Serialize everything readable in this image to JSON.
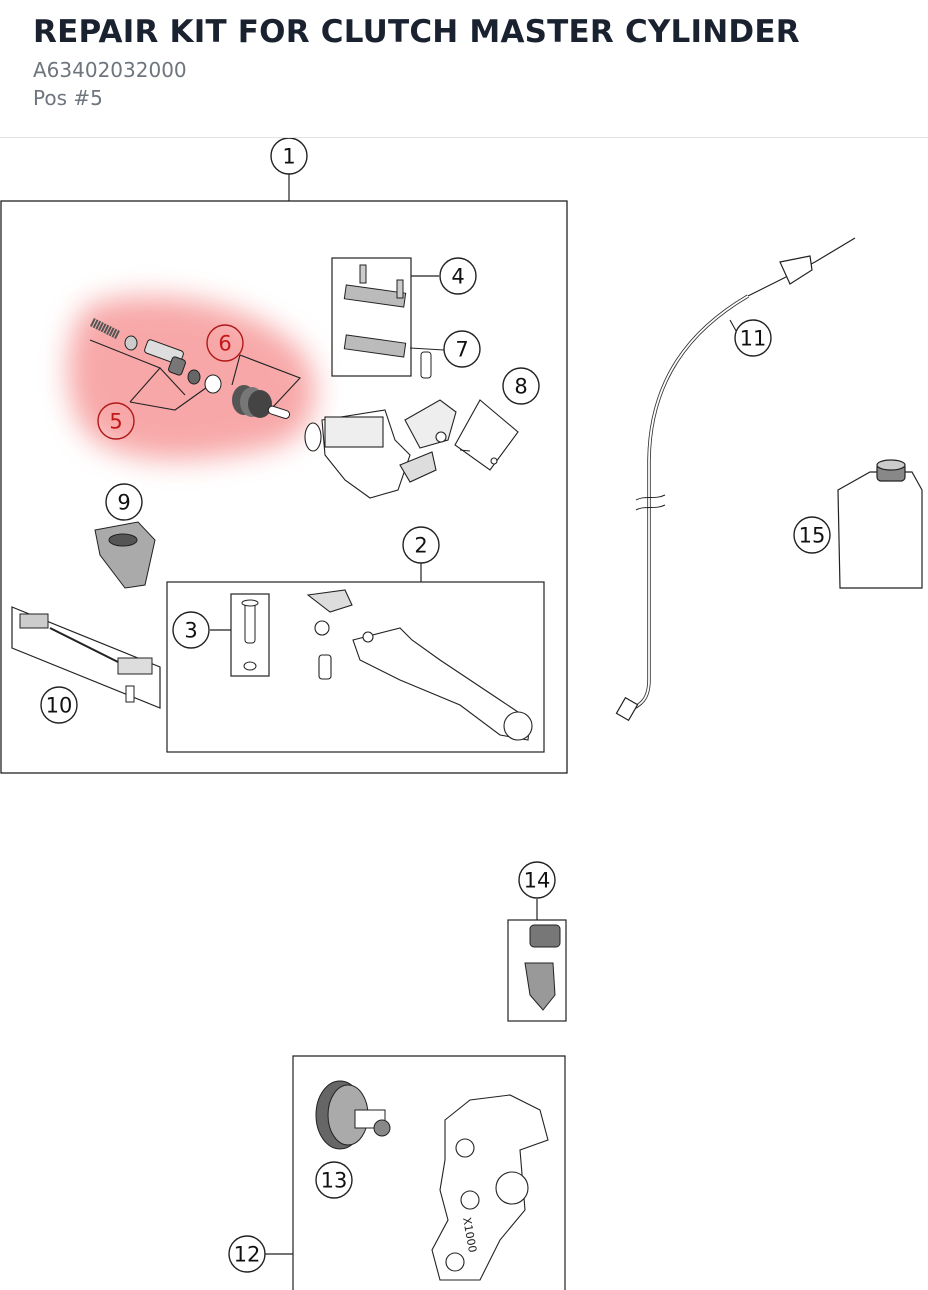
{
  "header": {
    "title": "REPAIR KIT FOR CLUTCH MASTER CYLINDER",
    "part_number": "A63402032000",
    "position": "Pos #5"
  },
  "diagram": {
    "callouts": [
      {
        "label": "1",
        "highlighted": false
      },
      {
        "label": "2",
        "highlighted": false
      },
      {
        "label": "3",
        "highlighted": false
      },
      {
        "label": "4",
        "highlighted": false
      },
      {
        "label": "5",
        "highlighted": true
      },
      {
        "label": "6",
        "highlighted": true
      },
      {
        "label": "7",
        "highlighted": false
      },
      {
        "label": "8",
        "highlighted": false
      },
      {
        "label": "9",
        "highlighted": false
      },
      {
        "label": "10",
        "highlighted": false
      },
      {
        "label": "11",
        "highlighted": false
      },
      {
        "label": "12",
        "highlighted": false
      },
      {
        "label": "13",
        "highlighted": false
      },
      {
        "label": "14",
        "highlighted": false
      },
      {
        "label": "15",
        "highlighted": false
      }
    ],
    "highlight_color": "#f07a7a",
    "engraving": "X1000"
  }
}
